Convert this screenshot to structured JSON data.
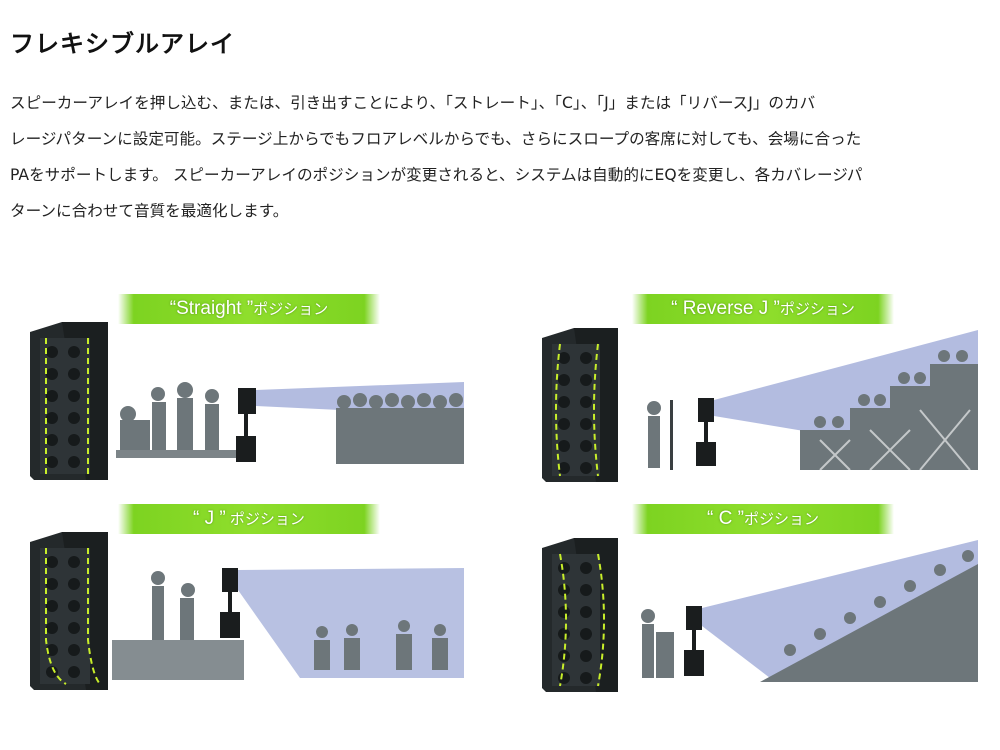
{
  "page": {
    "title": "フレキシブルアレイ",
    "description_lines": [
      "スピーカーアレイを押し込む、または、引き出すことにより、「ストレート」、「C」、「J」または「リバースJ」のカバ",
      "レージパターンに設定可能。ステージ上からでもフロアレベルからでも、さらにスロープの客席に対しても、会場に合った",
      "PAをサポートします。 スピーカーアレイのポジションが変更されると、システムは自動的にEQを変更し、各カバレージパ",
      "ターンに合わせて音質を最適化します。"
    ]
  },
  "panels": [
    {
      "id": "straight",
      "label_main": "“Straight ”",
      "label_suffix": "ポジション"
    },
    {
      "id": "reverse-j",
      "label_main": "“ Reverse J ”",
      "label_suffix": "ポジション"
    },
    {
      "id": "j",
      "label_main": "“ J ”",
      "label_suffix": " ポジション"
    },
    {
      "id": "c",
      "label_main": "“ C ”",
      "label_suffix": "ポジション"
    }
  ],
  "colors": {
    "accent_green": "#8fde2c",
    "silhouette": "#6d767a",
    "speaker_body": "#24292b",
    "beam": "#9aa6d6",
    "dashed_line": "#c8ee2a"
  }
}
